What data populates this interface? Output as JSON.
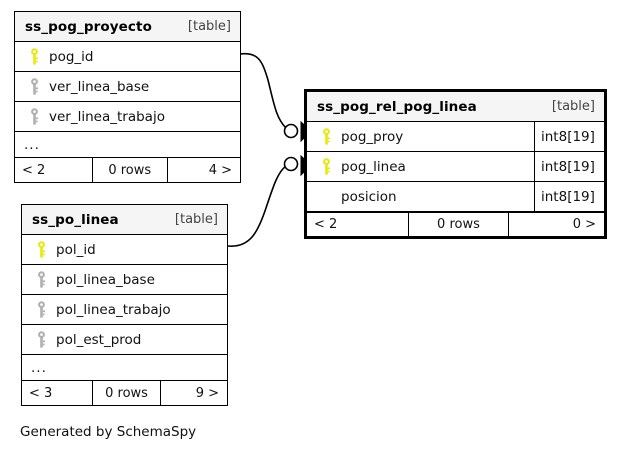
{
  "diagram": {
    "type": "entity-relationship",
    "generator_text": "Generated by SchemaSpy",
    "table_kind_label": "[table]",
    "ellipsis": "...",
    "colors": {
      "primary_key": "#e8e80c",
      "index_key": "#b0b0b0",
      "header_background": "#f5f5f5",
      "border": "#000000",
      "canvas": "#ffffff"
    }
  },
  "tables": [
    {
      "id": "ss_pog_proyecto",
      "name": "ss_pog_proyecto",
      "kind": "[table]",
      "focal": false,
      "has_more": true,
      "columns": [
        {
          "name": "pog_id",
          "key": "primary",
          "type": ""
        },
        {
          "name": "ver_linea_base",
          "key": "index",
          "type": ""
        },
        {
          "name": "ver_linea_trabajo",
          "key": "index",
          "type": ""
        }
      ],
      "footer": {
        "parents": "< 2",
        "rows": "0 rows",
        "children": "4 >"
      }
    },
    {
      "id": "ss_pog_rel_pog_linea",
      "name": "ss_pog_rel_pog_linea",
      "kind": "[table]",
      "focal": true,
      "has_more": false,
      "columns": [
        {
          "name": "pog_proy",
          "key": "primary",
          "type": "int8[19]"
        },
        {
          "name": "pog_linea",
          "key": "primary",
          "type": "int8[19]"
        },
        {
          "name": "posicion",
          "key": "none",
          "type": "int8[19]"
        }
      ],
      "footer": {
        "parents": "< 2",
        "rows": "0 rows",
        "children": "0 >"
      }
    },
    {
      "id": "ss_po_linea",
      "name": "ss_po_linea",
      "kind": "[table]",
      "focal": false,
      "has_more": true,
      "columns": [
        {
          "name": "pol_id",
          "key": "primary",
          "type": ""
        },
        {
          "name": "pol_linea_base",
          "key": "index",
          "type": ""
        },
        {
          "name": "pol_linea_trabajo",
          "key": "index",
          "type": ""
        },
        {
          "name": "pol_est_prod",
          "key": "index",
          "type": ""
        }
      ],
      "footer": {
        "parents": "< 3",
        "rows": "0 rows",
        "children": "9 >"
      }
    }
  ],
  "relationships": [
    {
      "id": "rel-proyecto-pog-proy",
      "from_table": "ss_pog_proyecto",
      "from_column": "pog_id",
      "to_table": "ss_pog_rel_pog_linea",
      "to_column": "pog_proy",
      "cardinality": "zero-or-more-to-one"
    },
    {
      "id": "rel-linea-pog-linea",
      "from_table": "ss_po_linea",
      "from_column": "pol_id",
      "to_table": "ss_pog_rel_pog_linea",
      "to_column": "pog_linea",
      "cardinality": "zero-or-more-to-one"
    }
  ]
}
